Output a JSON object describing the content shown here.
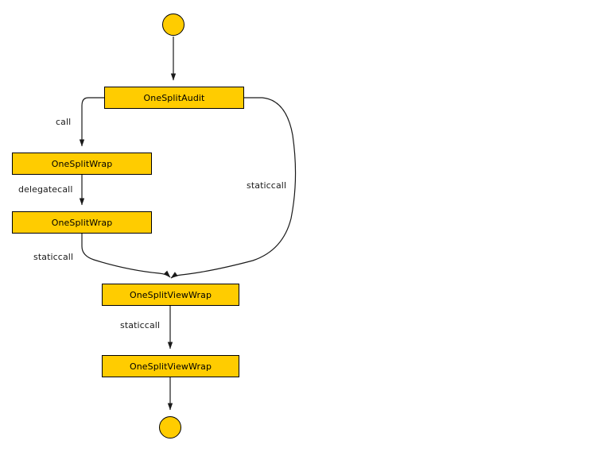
{
  "diagram": {
    "type": "call-graph-flowchart",
    "background_color": "#ffffff",
    "node_fill_color": "#FFCC00",
    "node_border_color": "#000000",
    "edge_color": "#1a1a1a",
    "start_node": {
      "name": "start-terminal",
      "shape": "circle"
    },
    "end_node": {
      "name": "end-terminal",
      "shape": "circle"
    },
    "nodes": [
      {
        "id": "onesplitaudit",
        "label": "OneSplitAudit"
      },
      {
        "id": "onesplitwrap1",
        "label": "OneSplitWrap"
      },
      {
        "id": "onesplitwrap2",
        "label": "OneSplitWrap"
      },
      {
        "id": "onesplitviewwrap1",
        "label": "OneSplitViewWrap"
      },
      {
        "id": "onesplitviewwrap2",
        "label": "OneSplitViewWrap"
      }
    ],
    "edges": [
      {
        "id": "e0",
        "from": "start",
        "to": "onesplitaudit",
        "label": ""
      },
      {
        "id": "e1",
        "from": "onesplitaudit",
        "to": "onesplitwrap1",
        "label": "call"
      },
      {
        "id": "e2",
        "from": "onesplitwrap1",
        "to": "onesplitwrap2",
        "label": "delegatecall"
      },
      {
        "id": "e3",
        "from": "onesplitwrap2",
        "to": "onesplitviewwrap1",
        "label": "staticcall"
      },
      {
        "id": "e4",
        "from": "onesplitaudit",
        "to": "onesplitviewwrap1",
        "label": "staticcall"
      },
      {
        "id": "e5",
        "from": "onesplitviewwrap1",
        "to": "onesplitviewwrap2",
        "label": "staticcall"
      },
      {
        "id": "e6",
        "from": "onesplitviewwrap2",
        "to": "end",
        "label": ""
      }
    ],
    "labels": {
      "call": "call",
      "delegatecall": "delegatecall",
      "staticcall_left": "staticcall",
      "staticcall_right": "staticcall",
      "staticcall_bottom": "staticcall"
    }
  }
}
